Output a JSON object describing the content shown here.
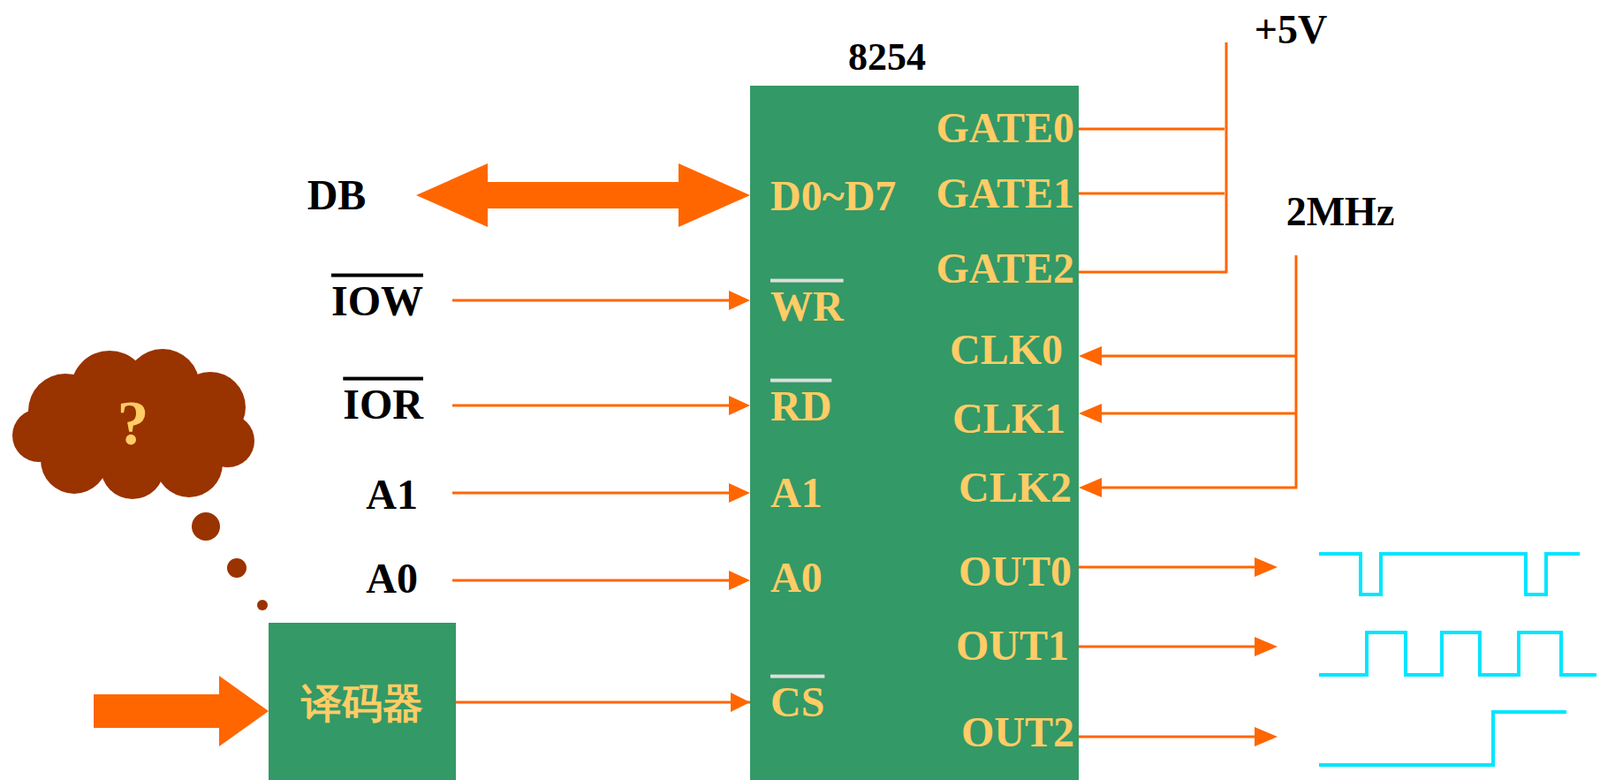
{
  "diagram": {
    "nodes": [
      {
        "text": [
          "8254"
        ]
      },
      {
        "text": [
          "?"
        ]
      },
      {
        "text": [
          "译码器"
        ]
      }
    ],
    "edges": [
      {
        "from": 2,
        "to": 0,
        "arrow": "to"
      }
    ],
    "labels": [
      "DB",
      "IOW",
      "IOR",
      "A1",
      "A0",
      "D0~D7",
      "WR",
      "RD",
      "A1",
      "A0",
      "CS",
      "GATE0",
      "GATE1",
      "GATE2",
      "CLK0",
      "CLK1",
      "CLK2",
      "OUT0",
      "OUT1",
      "OUT2",
      "+5V",
      "2MHz"
    ]
  }
}
